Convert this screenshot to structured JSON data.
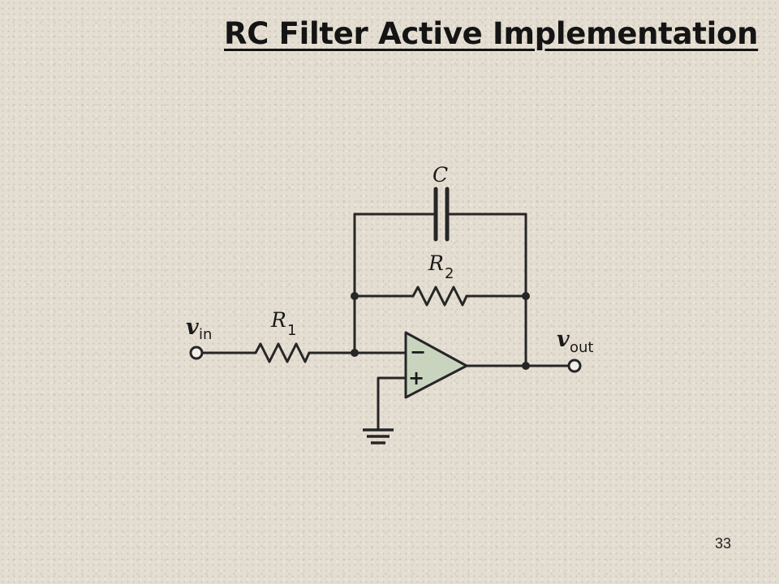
{
  "slide": {
    "title": "RC Filter Active Implementation",
    "page_number": "33"
  },
  "circuit": {
    "capacitor_label": "C",
    "r2_label": "R",
    "r2_sub": "2",
    "r1_label": "R",
    "r1_sub": "1",
    "vin_label": "v",
    "vin_sub": "in",
    "vout_label": "v",
    "vout_sub": "out",
    "opamp_minus": "−",
    "opamp_plus": "+",
    "opamp_fill": "#c9d4bf"
  }
}
